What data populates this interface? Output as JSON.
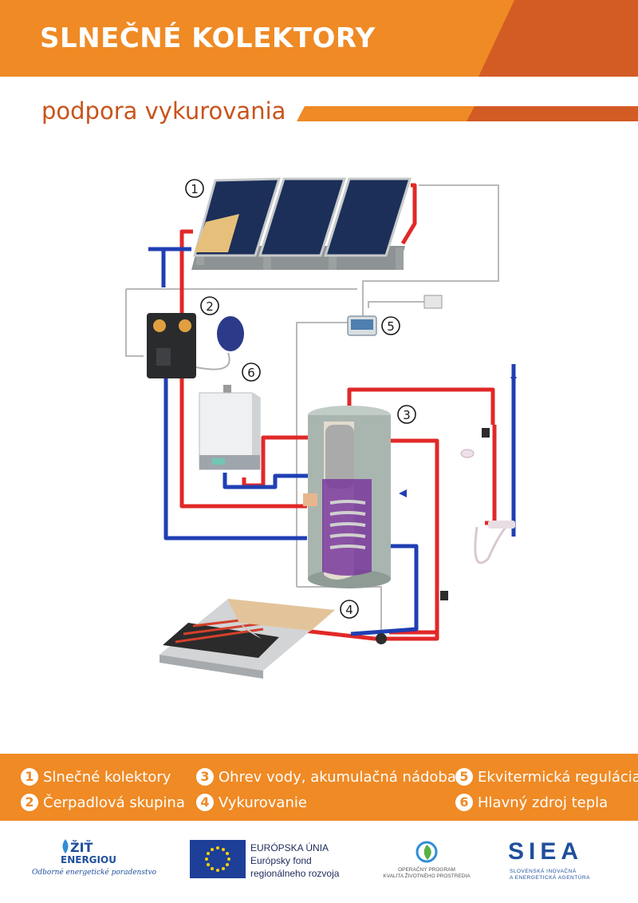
{
  "header": {
    "title": "SLNEČNÉ KOLEKTORY"
  },
  "subtitle": "podpora vykurovania",
  "diagram": {
    "markers": [
      "1",
      "2",
      "3",
      "4",
      "5",
      "6"
    ],
    "colors": {
      "hot_pipe": "#e12828",
      "cold_pipe": "#1f3fb3",
      "control_wire": "#b9b9b9",
      "tank": "#a9b6af"
    }
  },
  "legend": [
    {
      "num": "1",
      "label": "Slnečné kolektory"
    },
    {
      "num": "2",
      "label": "Čerpadlová skupina"
    },
    {
      "num": "3",
      "label": "Ohrev vody, akumulačná nádoba"
    },
    {
      "num": "4",
      "label": "Vykurovanie"
    },
    {
      "num": "5",
      "label": "Ekvitermická regulácia"
    },
    {
      "num": "6",
      "label": "Hlavný zdroj tepla"
    }
  ],
  "footer": {
    "zit": {
      "line1": "ŽIŤ",
      "line2": "ENERGIOU",
      "tagline": "Odborné energetické poradenstvo"
    },
    "eu": {
      "line1": "EURÓPSKA ÚNIA",
      "line2": "Európsky fond",
      "line3": "regionálneho rozvoja"
    },
    "op": {
      "line1": "OPERAČNÝ PROGRAM",
      "line2": "KVALITA ŽIVOTNÉHO PROSTREDIA"
    },
    "siea": {
      "logo": "SIEA",
      "line1": "SLOVENSKÁ INOVAČNÁ",
      "line2": "A ENERGETICKÁ AGENTÚRA"
    }
  },
  "colors": {
    "orange": "#ef8a25",
    "dark_orange": "#d35c24",
    "blue": "#1e4f9c"
  }
}
